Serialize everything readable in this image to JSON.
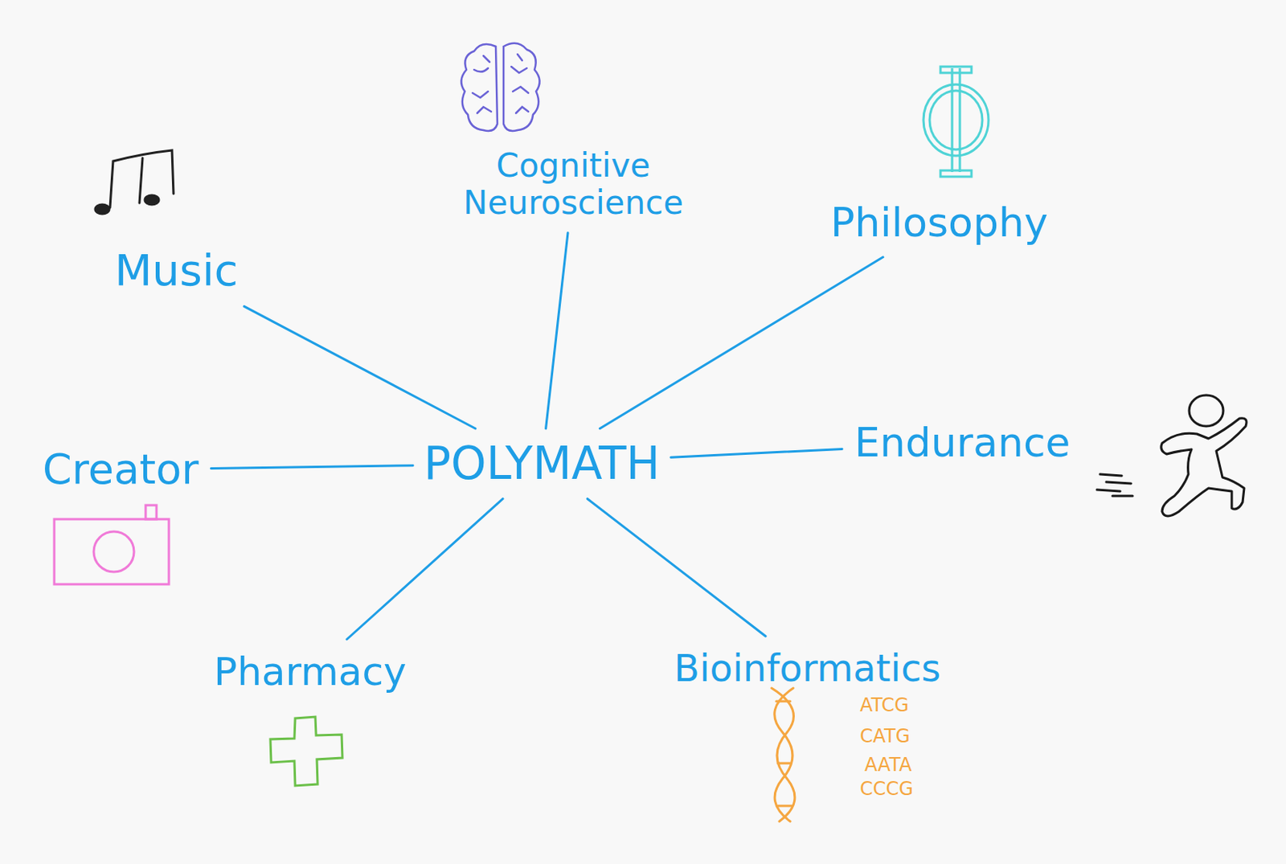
{
  "diagram": {
    "nodes": [
      {
        "text": [
          "POLYMATH"
        ]
      },
      {
        "text": [
          "Music"
        ]
      },
      {
        "text": [
          "Cognitive Neuroscience"
        ]
      },
      {
        "text": [
          "Philosophy"
        ]
      },
      {
        "text": [
          "Creator"
        ]
      },
      {
        "text": [
          "Endurance"
        ]
      },
      {
        "text": [
          "Pharmacy"
        ]
      },
      {
        "text": [
          "Bioinformatics"
        ]
      }
    ],
    "edges": [
      {
        "from": 0,
        "to": 1,
        "arrow": "none"
      },
      {
        "from": 0,
        "to": 2,
        "arrow": "none"
      },
      {
        "from": 0,
        "to": 3,
        "arrow": "none"
      },
      {
        "from": 0,
        "to": 4,
        "arrow": "none"
      },
      {
        "from": 0,
        "to": 5,
        "arrow": "none"
      },
      {
        "from": 0,
        "to": 6,
        "arrow": "none"
      },
      {
        "from": 0,
        "to": 7,
        "arrow": "none"
      }
    ],
    "labels": [
      "ATCG",
      "CATG",
      "AATA",
      "CCCG"
    ]
  }
}
